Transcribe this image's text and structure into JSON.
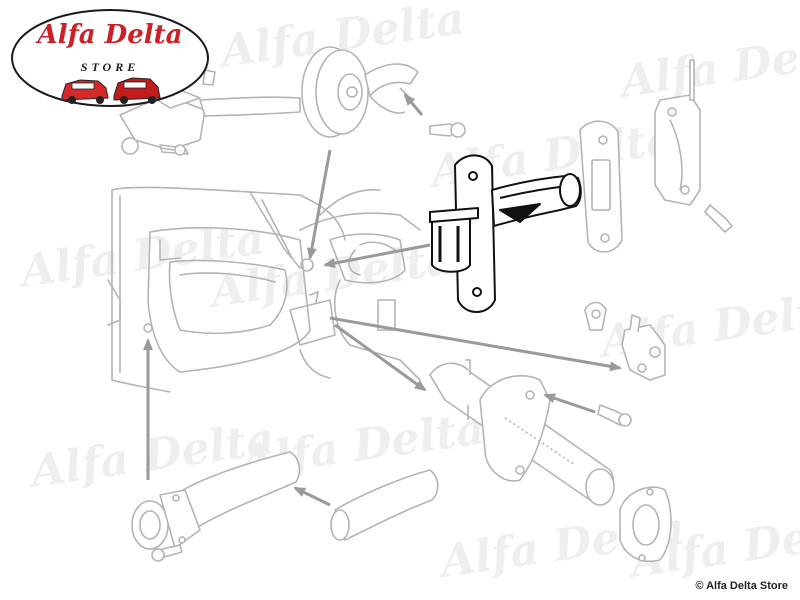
{
  "logo": {
    "title": "Alfa Delta",
    "subtitle": "STORE",
    "title_color": "#cc1f26"
  },
  "watermark": {
    "text": "Alfa Delta"
  },
  "copyright": "© Alfa Delta Store",
  "colors": {
    "line_gray": "#b4b4b4",
    "highlight_part": "#111111",
    "arrow_gray": "#9a9a9a"
  },
  "icons": [
    "car-door-outline",
    "door-check-strap",
    "door-lock-knob",
    "door-handle-tube",
    "screw",
    "hinge-bracket",
    "gasket-plate"
  ]
}
